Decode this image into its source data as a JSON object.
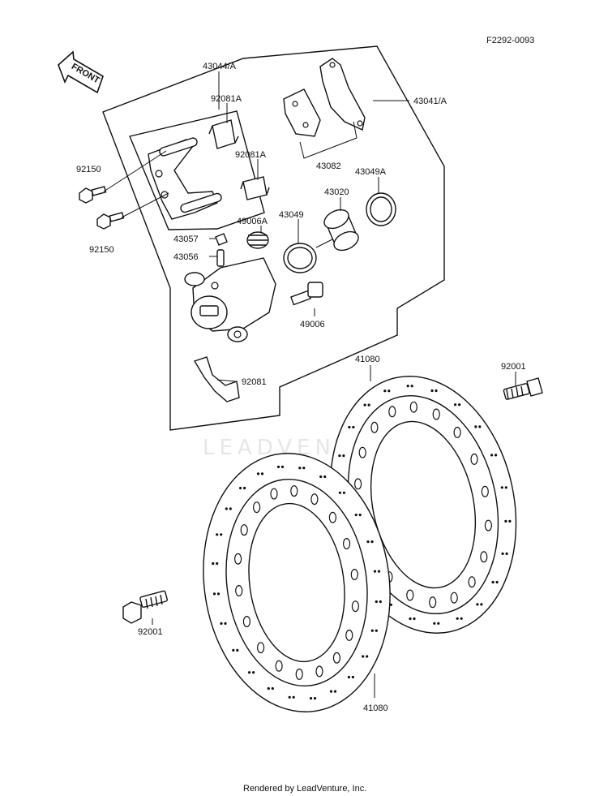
{
  "diagram_code": "F2292-0093",
  "front_arrow_label": "FRONT",
  "watermark": "LEADVENTURE",
  "footer_credit": "Rendered by LeadVenture, Inc.",
  "callouts": {
    "caliper_assy_a": "43041/A",
    "holder_a": "43044/A",
    "spring_92081a_top": "92081A",
    "spring_92081a_mid": "92081A",
    "pad_set": "43082",
    "bolt_92150_top": "92150",
    "bolt_92150_bottom": "92150",
    "seal_43049a": "43049A",
    "piston_43020": "43020",
    "seal_43049": "43049",
    "boot_49006a": "49006A",
    "cap_43057": "43057",
    "bleeder_43056": "43056",
    "pin_49006": "49006",
    "spring_92081": "92081",
    "bolt_92001_right": "92001",
    "bolt_92001_left": "92001",
    "disc_41080_top": "41080",
    "disc_41080_bottom": "41080"
  }
}
